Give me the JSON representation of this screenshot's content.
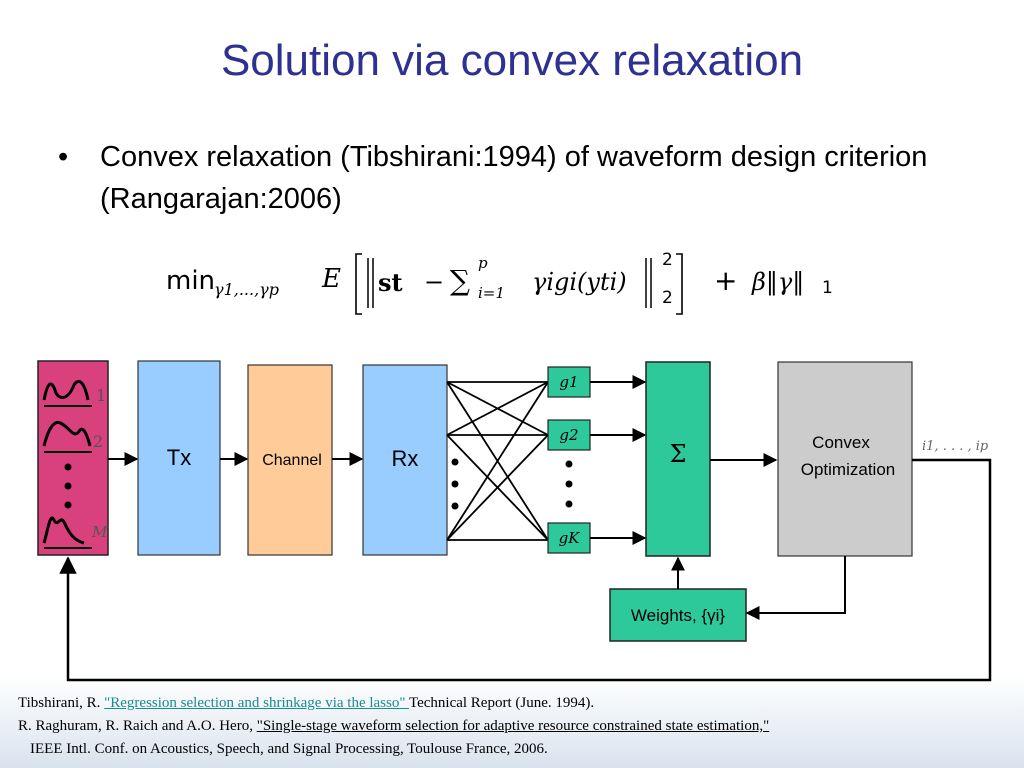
{
  "title": "Solution via convex relaxation",
  "bullet": {
    "symbol": "•",
    "text": "Convex relaxation (Tibshirani:1994) of waveform design criterion (Rangarajan:2006)"
  },
  "formula": {
    "min": "min",
    "min_sub": "γ1,...,γp",
    "expectation": "E",
    "s_t": "st",
    "sum_upper": "p",
    "sum_lower": "i=1",
    "term": "γigi(yti)",
    "norm_sup": "2",
    "norm_sub": "2",
    "plus": "+",
    "penalty": "β‖γ‖",
    "penalty_sub": "1"
  },
  "diagram": {
    "source_labels": [
      "1",
      "2",
      "M"
    ],
    "tx": "Tx",
    "channel": "Channel",
    "rx": "Rx",
    "g1": "g1",
    "g2": "g2",
    "gk": "gK",
    "sum": "Σ",
    "convex_line1": "Convex",
    "convex_line2": "Optimization",
    "output": "i1, . . . , ip",
    "weights": "Weights, {γi}",
    "colors": {
      "source": "#d9407e",
      "tx": "#99ccff",
      "channel": "#ffcc99",
      "rx": "#99ccff",
      "green": "#2ec99a",
      "convex": "#cccccc"
    }
  },
  "references": {
    "ref1_author": "Tibshirani, R. ",
    "ref1_link": "\"Regression selection and shrinkage via the lasso\" ",
    "ref1_rest": "Technical Report (June. 1994).",
    "ref2_author": "R. Raghuram, R. Raich and A.O. Hero, ",
    "ref2_title": "\"Single-stage waveform selection for adaptive resource constrained state estimation,\"",
    "ref2_rest": " IEEE Intl. Conf. on Acoustics, Speech, and Signal Processing, Toulouse France, 2006."
  }
}
